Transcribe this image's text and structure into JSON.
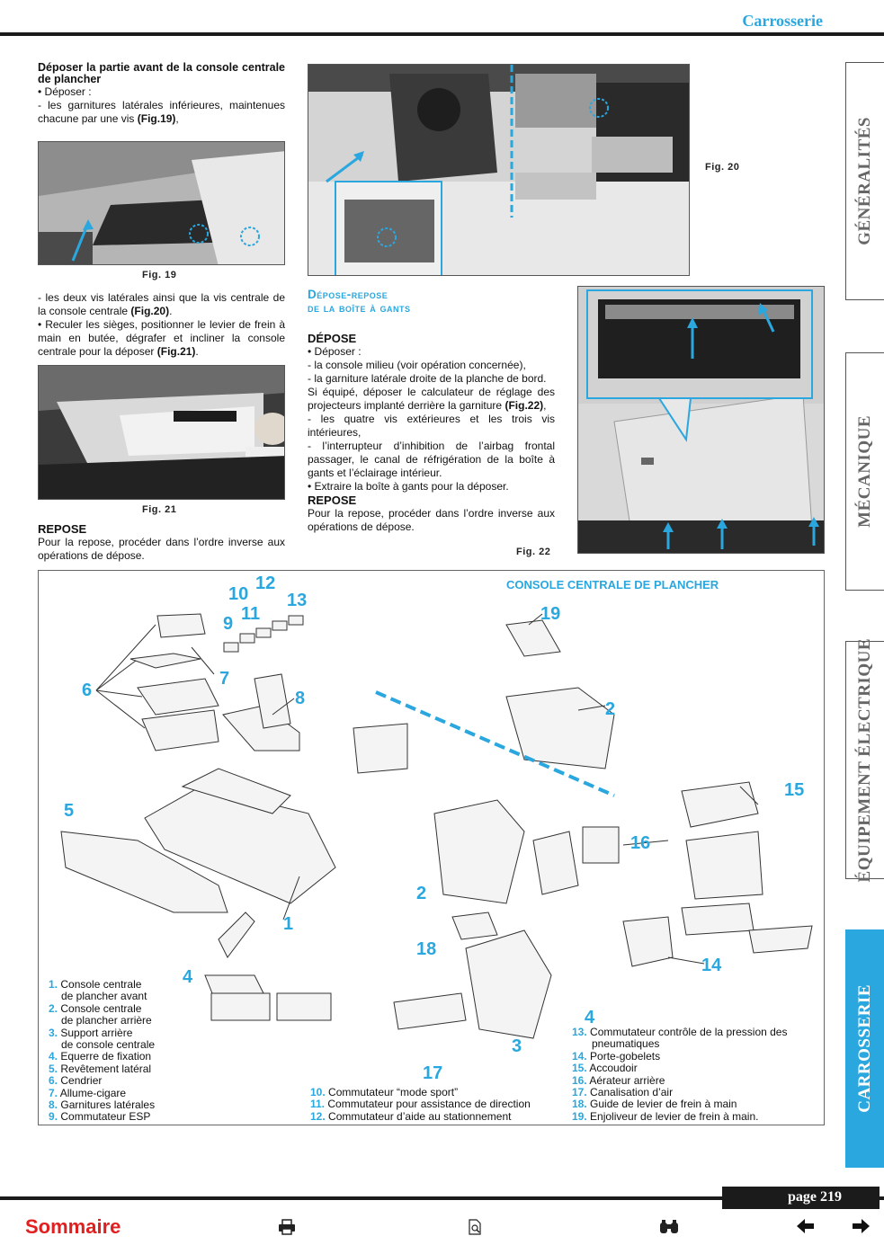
{
  "header": {
    "section": "Carrosserie"
  },
  "tabs": [
    "GÉNÉRALITÉS",
    "MÉCANIQUE",
    "ÉQUIPEMENT ÉLECTRIQUE",
    "CARROSSERIE"
  ],
  "col1": {
    "heading": "Déposer la partie avant de la console centrale de plancher",
    "l1": "• Déposer :",
    "l2a": "- les garnitures latérales inférieures, maintenues chacune par une vis ",
    "l2b": "(Fig.19)",
    "l2c": ",",
    "fig19": "Fig. 19",
    "p2a": "- les deux vis latérales ainsi que la vis centrale de la console centrale ",
    "p2b": "(Fig.20)",
    "p2c": ".",
    "p3a": "• Reculer les sièges, positionner le levier de frein à main en butée, dégrafer et incliner la console centrale pour la déposer ",
    "p3b": "(Fig.21)",
    "p3c": ".",
    "fig21": "Fig. 21",
    "repose_h": "REPOSE",
    "repose_t": "Pour la repose, procéder dans l’ordre inverse aux opérations de dépose."
  },
  "col2": {
    "fig20": "Fig. 20",
    "title1": "Dépose-repose",
    "title2": "de la boîte à gants",
    "depose_h": "DÉPOSE",
    "d1": "• Déposer :",
    "d2": "- la console milieu (voir opération concernée),",
    "d3": "- la garniture latérale droite de la planche de bord.",
    "d4a": "Si équipé, déposer le calculateur de réglage des projecteurs implanté derrière la garniture ",
    "d4b": "(Fig.22)",
    "d4c": ",",
    "d5": "- les quatre vis extérieures et les trois vis intérieures,",
    "d6": "- l’interrupteur d’inhibition de l’airbag frontal passager, le canal de réfrigération de la boîte à gants et l’éclairage intérieur.",
    "d7": "• Extraire la boîte à gants pour la déposer.",
    "repose_h": "REPOSE",
    "repose_t": "Pour la repose, procéder dans l’ordre inverse aux opérations de dépose.",
    "fig22": "Fig. 22"
  },
  "diagram": {
    "title": "CONSOLE CENTRALE DE PLANCHER",
    "legend_left": [
      {
        "n": "1.",
        "t": "Console centrale",
        "t2": "de plancher avant"
      },
      {
        "n": "2.",
        "t": "Console centrale",
        "t2": "de plancher arrière"
      },
      {
        "n": "3.",
        "t": "Support arrière",
        "t2": "de console centrale"
      },
      {
        "n": "4.",
        "t": "Equerre de fixation"
      },
      {
        "n": "5.",
        "t": "Revêtement latéral"
      },
      {
        "n": "6.",
        "t": "Cendrier"
      },
      {
        "n": "7.",
        "t": "Allume-cigare"
      },
      {
        "n": "8.",
        "t": "Garnitures latérales"
      },
      {
        "n": "9.",
        "t": "Commutateur ESP"
      }
    ],
    "legend_mid": [
      {
        "n": "10.",
        "t": "Commutateur “mode sport”"
      },
      {
        "n": "11.",
        "t": "Commutateur pour assistance de direction"
      },
      {
        "n": "12.",
        "t": "Commutateur d’aide au stationnement"
      }
    ],
    "legend_right": [
      {
        "n": "13.",
        "t": "Commutateur contrôle de la pression des",
        "t2": "pneumatiques"
      },
      {
        "n": "14.",
        "t": "Porte-gobelets"
      },
      {
        "n": "15.",
        "t": "Accoudoir"
      },
      {
        "n": "16.",
        "t": "Aérateur arrière"
      },
      {
        "n": "17.",
        "t": "Canalisation d’air"
      },
      {
        "n": "18.",
        "t": "Guide de levier de frein à main"
      },
      {
        "n": "19.",
        "t": "Enjoliveur de levier de frein à main."
      }
    ],
    "numbers": [
      "1",
      "2",
      "2",
      "3",
      "4",
      "4",
      "5",
      "6",
      "7",
      "8",
      "9",
      "10",
      "11",
      "12",
      "13",
      "14",
      "15",
      "16",
      "17",
      "18",
      "19"
    ]
  },
  "footer": {
    "page": "page 219",
    "sommaire": "Sommaire",
    "icons": [
      "printer-icon",
      "document-icon",
      "binoculars-icon",
      "arrow-left-icon",
      "arrow-right-icon"
    ]
  },
  "colors": {
    "accent": "#2aa7de",
    "sommaire": "#e02020",
    "rule": "#1b1b1b"
  }
}
